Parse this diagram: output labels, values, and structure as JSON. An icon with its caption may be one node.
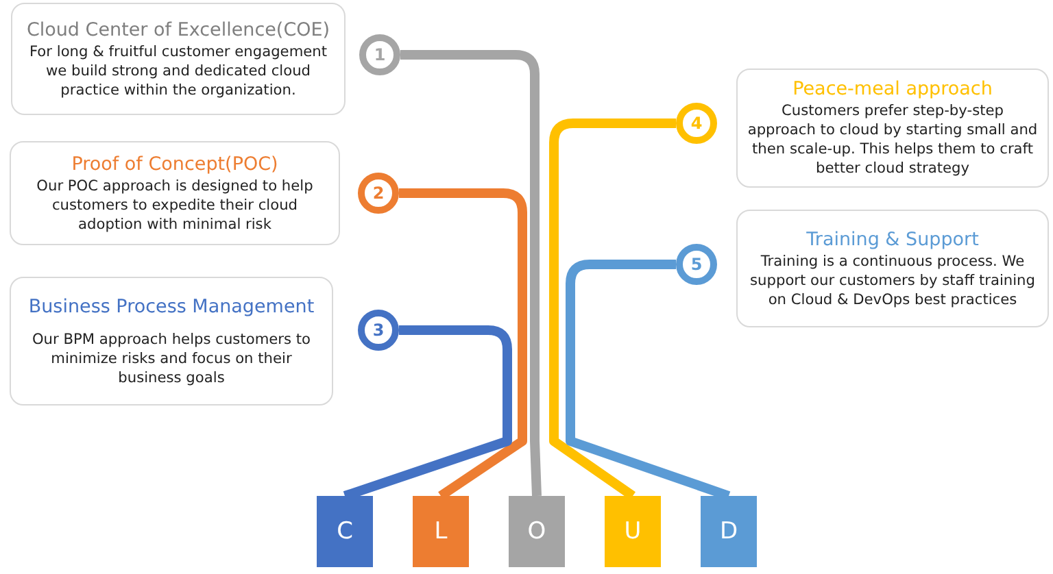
{
  "diagram": {
    "nodes": [
      {
        "text": [
          "Cloud Center of Excellence(COE)",
          "For long & fruitful customer engagement we build strong and dedicated cloud practice within the organization."
        ]
      },
      {
        "text": [
          "Proof of Concept(POC)",
          "Our POC approach is designed to help customers to expedite their cloud adoption with minimal risk"
        ]
      },
      {
        "text": [
          "Business Process Management",
          "Our BPM approach helps customers to minimize risks and focus on their business goals"
        ]
      },
      {
        "text": [
          "Peace-meal approach",
          "Customers prefer step-by-step approach to  cloud by starting small and then scale-up. This helps them to craft better cloud strategy"
        ]
      },
      {
        "text": [
          "Training & Support",
          "Training is a continuous process. We support our customers by staff training on Cloud & DevOps best practices"
        ]
      },
      {
        "text": [
          "1"
        ]
      },
      {
        "text": [
          "2"
        ]
      },
      {
        "text": [
          "3"
        ]
      },
      {
        "text": [
          "4"
        ]
      },
      {
        "text": [
          "5"
        ]
      },
      {
        "text": [
          "C"
        ]
      },
      {
        "text": [
          "L"
        ]
      },
      {
        "text": [
          "O"
        ]
      },
      {
        "text": [
          "U"
        ]
      },
      {
        "text": [
          "D"
        ]
      }
    ],
    "edges": [
      {
        "from": 5,
        "to": 12,
        "arrow": "none",
        "color": "#a5a5a5"
      },
      {
        "from": 6,
        "to": 11,
        "arrow": "none",
        "color": "#ed7d31"
      },
      {
        "from": 7,
        "to": 10,
        "arrow": "none",
        "color": "#4472c4"
      },
      {
        "from": 8,
        "to": 13,
        "arrow": "none",
        "color": "#ffc000"
      },
      {
        "from": 9,
        "to": 14,
        "arrow": "none",
        "color": "#5b9bd5"
      }
    ]
  }
}
